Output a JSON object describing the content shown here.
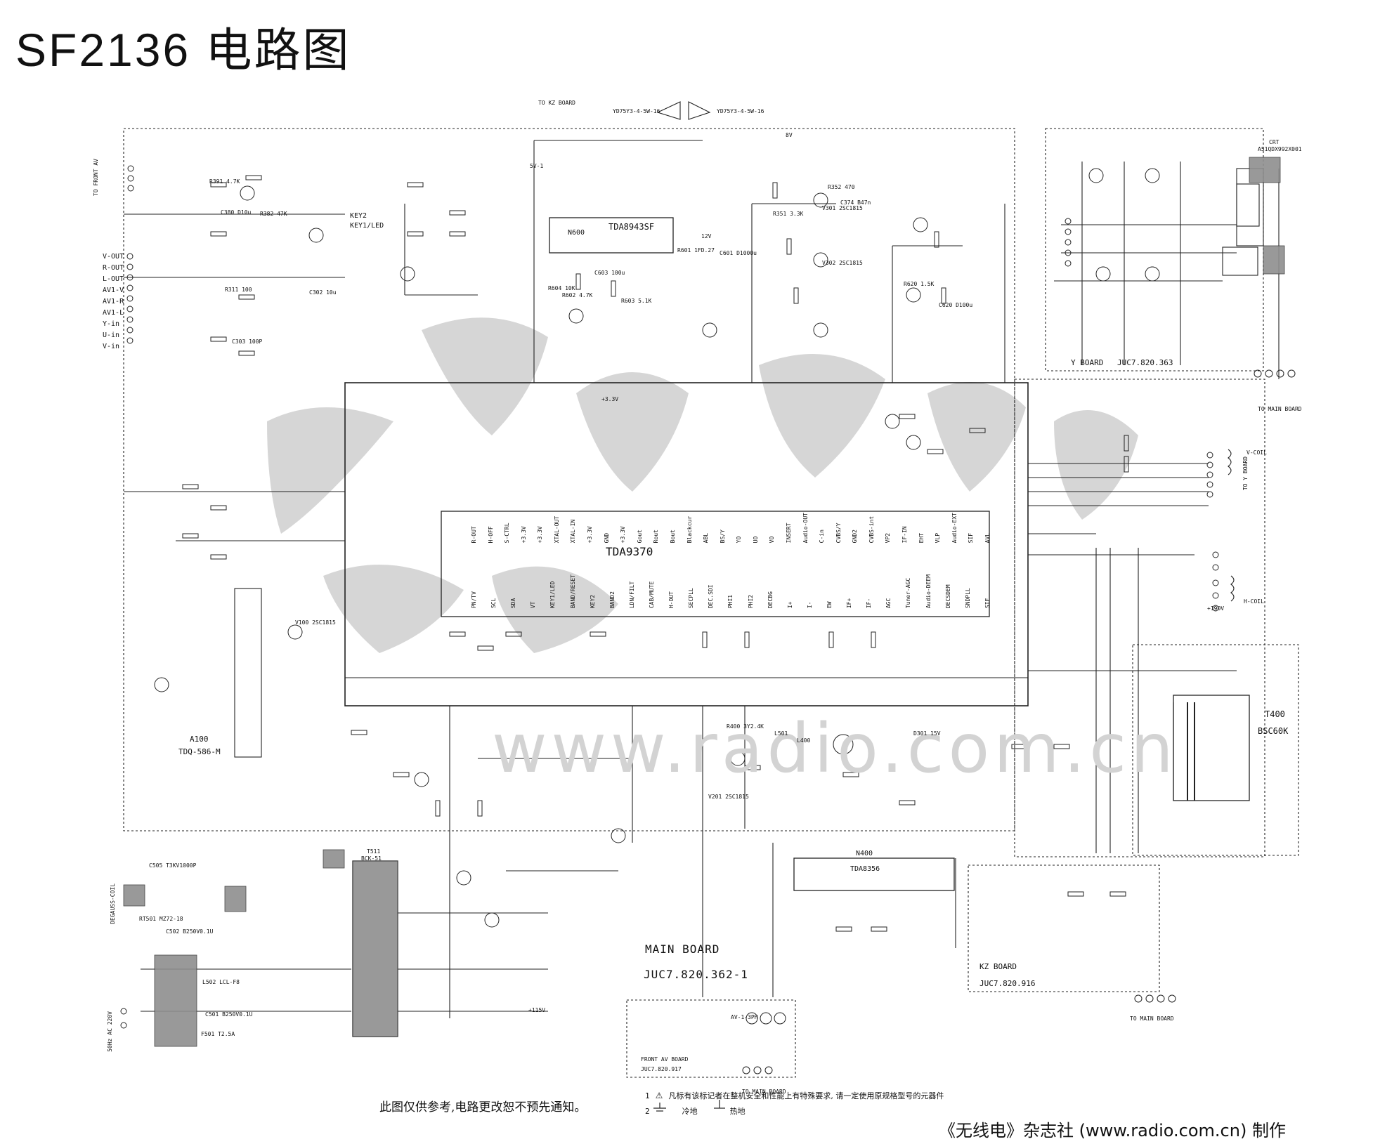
{
  "title": "SF2136 电路图",
  "main_ic": {
    "name": "TDA9370"
  },
  "other_ics": {
    "n600": "N600",
    "tda8943": "TDA8943SF",
    "tda8356": "TDA8356",
    "n400": "N400"
  },
  "boards": {
    "main": "MAIN BOARD",
    "main_id": "JUC7.820.362-1",
    "y": "Y BOARD",
    "y_id": "JUC7.820.363",
    "kz": "KZ BOARD",
    "kz_id": "JUC7.820.916",
    "front_av": "FRONT AV BOARD",
    "front_av_id": "JUC7.820.917"
  },
  "parts": {
    "tuner": "A100",
    "tuner_model": "TDQ-586-M",
    "flyback": "T400",
    "flyback_model": "BSC60K",
    "crt": "CRT",
    "crt_model": "A51QDX992X001",
    "switch_tr": "T511",
    "switch_tr_model": "BCK-51",
    "speaker_l": "YD75Y3-4-5W-16",
    "speaker_r": "YD75Y3-4-5W-16",
    "key2": "KEY2",
    "key1led": "KEY1/LED"
  },
  "conns": {
    "to_kz": "TO KZ BOARD",
    "to_front_av": "TO FRONT AV",
    "to_y": "TO Y BOARD",
    "to_main_1": "TO MAIN BOARD",
    "to_main_2": "TO MAIN BOARD",
    "to_main_3": "TO MAIN BOARD",
    "degauss": "DEGAUSS-COIL",
    "hcoil": "H-COIL",
    "vcoil": "V-COIL",
    "av_jack": "AV-1-3PH",
    "ac_in": "50Hz AC 220V"
  },
  "av_labels": [
    "V-OUT",
    "R-OUT",
    "L-OUT",
    "AV1-V",
    "AV1-R",
    "AV1-L",
    "Y-in",
    "U-in",
    "V-in"
  ],
  "tda_pins_top": [
    "R-OUT",
    "H-OFF",
    "S-CTRL",
    "+3.3V",
    "+3.3V",
    "XTAL-OUT",
    "XTAL-IN",
    "+3.3V",
    "GND",
    "+3.3V",
    "Gout",
    "Rout",
    "Bout",
    "Blackcur",
    "ABL",
    "BS/Y",
    "YO",
    "UO",
    "VO",
    "INSERT",
    "Audio-OUT",
    "C-in",
    "CVBS/Y",
    "GND2",
    "CVBS-int",
    "VP2",
    "IF-IN",
    "EHT",
    "VLP",
    "Audio-EXT",
    "SIF",
    "AVL"
  ],
  "tda_pins_bot": [
    "PN/TV",
    "SCL",
    "SDA",
    "VT",
    "KEY1/LED",
    "BAND/RESET",
    "KEY2",
    "BAND2",
    "LDN/FILT",
    "CAB/MUTE",
    "H-OUT",
    "SECPLL",
    "DEC.SDI",
    "PHI1",
    "PHI2",
    "DECBG",
    "I+",
    "I-",
    "EW",
    "IF+",
    "IF-",
    "AGC",
    "Tuner-AGC",
    "Audio-DEEM",
    "DECSDEM",
    "SNDPLL",
    "SIF"
  ],
  "notes": {
    "ref": "此图仅供参考,电路更改恕不预先通知。",
    "safety_num": "1",
    "safety": "凡标有该标记者在整机安全和性能上有特殊要求, 请一定使用原规格型号的元器件",
    "gnd_num": "2",
    "gnd_cold": "冷地",
    "gnd_hot": "热地"
  },
  "credit": "《无线电》杂志社 (www.radio.com.cn) 制作",
  "watermark": "www.radio.com.cn",
  "misc": {
    "r311": "R311 100",
    "c302": "C302 10u",
    "r351": "R351 3.3K",
    "c374": "C374 B47n",
    "r601": "R601 1FD.27",
    "c601": "C601 D1000u",
    "c505": "C505 T3KV1000P",
    "rt501": "RT501 MZ72-18",
    "c502": "C502 B250V0.1U",
    "l502": "L502 LCL-F8",
    "c501": "C501 B250V0.1U",
    "f501": "F501 T2.5A",
    "r400": "R400 3Y2.4K",
    "l501": "L501",
    "l400": "L400",
    "d301": "D301 15V",
    "r352": "R352 470",
    "c380": "C380 D10u",
    "r391": "R391 4.7K",
    "v100": "V100 2SC1815",
    "c303": "C303 100P",
    "r382": "R382 47K",
    "v201": "V201 2SC1815",
    "r620": "R620 1.5K",
    "c620": "C620 D100u",
    "pwr_12v": "12V",
    "pwr_8v": "8V",
    "pwr_5v": "5V-1",
    "pwr_115v": "+115V",
    "pwr_190v": "+190V",
    "pwr_33v": "+3.3V",
    "v301": "V301 2SC1815",
    "v302": "V302 2SC1815",
    "r602": "R602 4.7K",
    "r603": "R603 5.1K",
    "c603": "C603 100u",
    "r604": "R604 10K"
  }
}
